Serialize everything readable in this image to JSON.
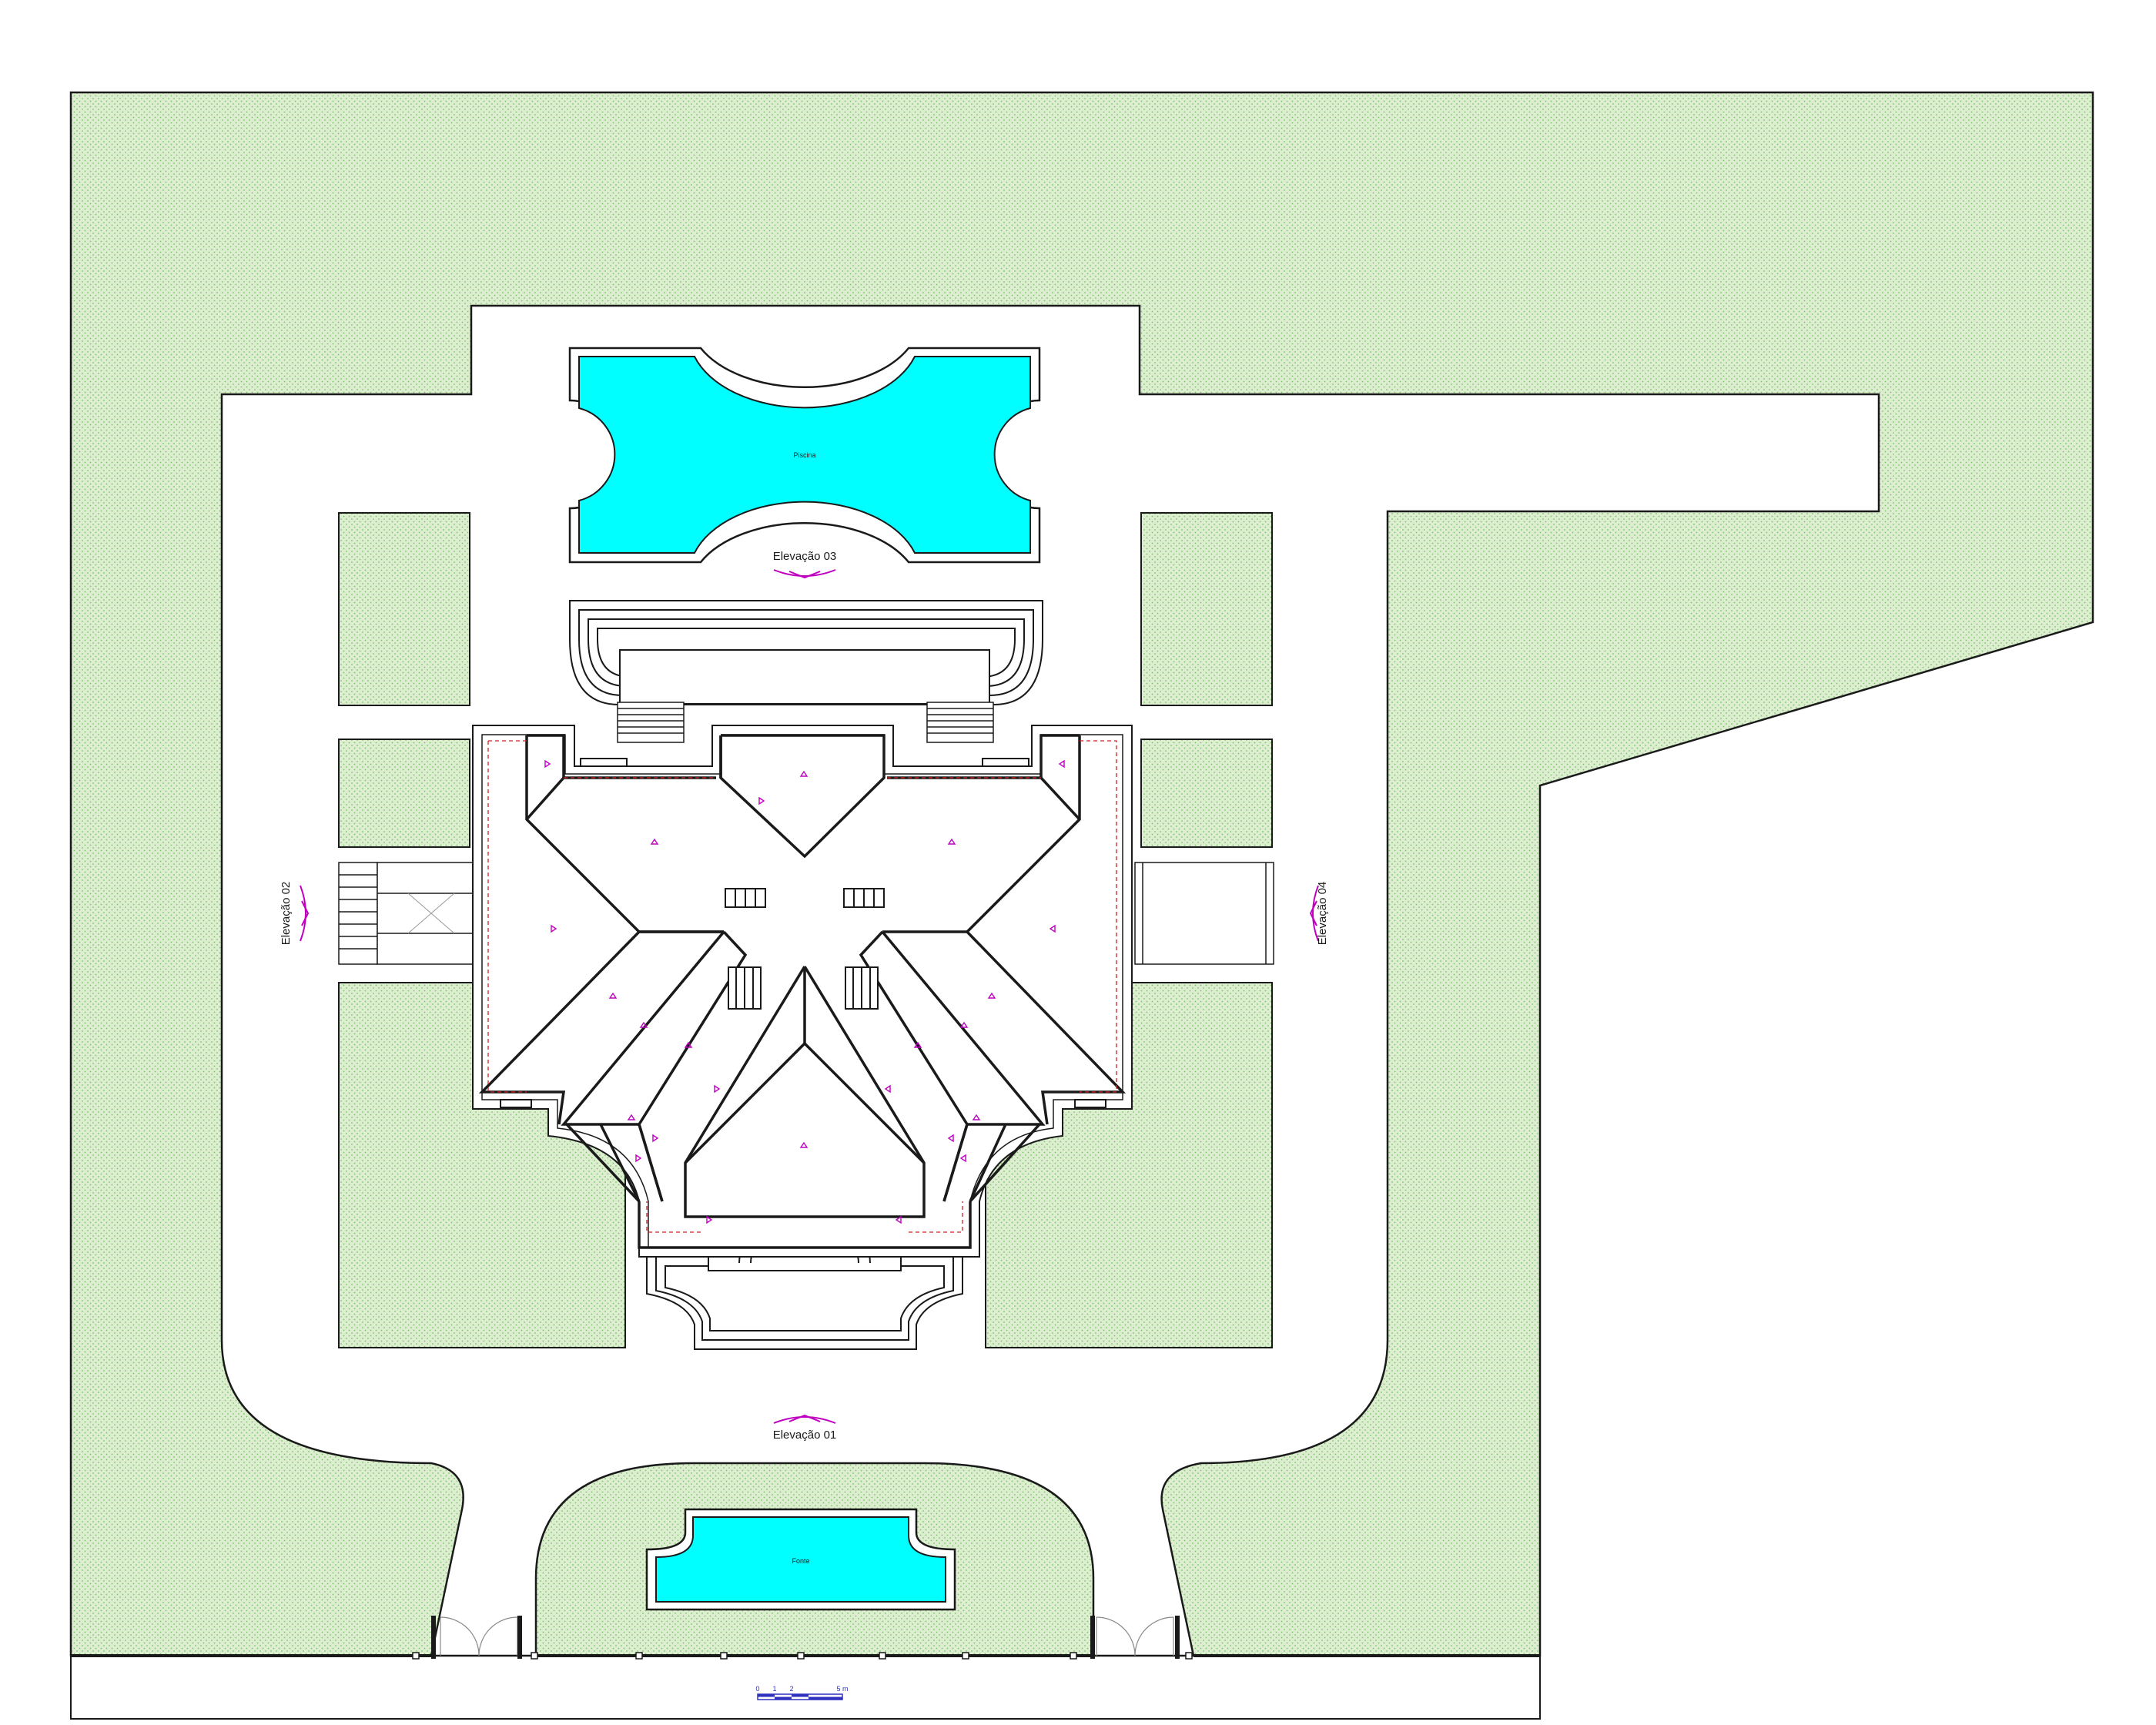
{
  "labels": {
    "pool": "Piscina",
    "fountain": "Fonte",
    "elevation_01": "Elevação 01",
    "elevation_02": "Elevação 02",
    "elevation_03": "Elevação 03",
    "elevation_04": "Elevação 04"
  },
  "scale_bar": {
    "ticks": [
      "0",
      "1",
      "2",
      "5 m"
    ]
  },
  "colors": {
    "lawn": "#dcedd0",
    "lawn_dots": "#7cc46a",
    "water": "#00ffff",
    "marker": "#c000c0",
    "ridge_dash": "#d02020",
    "scale": "#3030c0",
    "line": "#1a1a1a"
  }
}
